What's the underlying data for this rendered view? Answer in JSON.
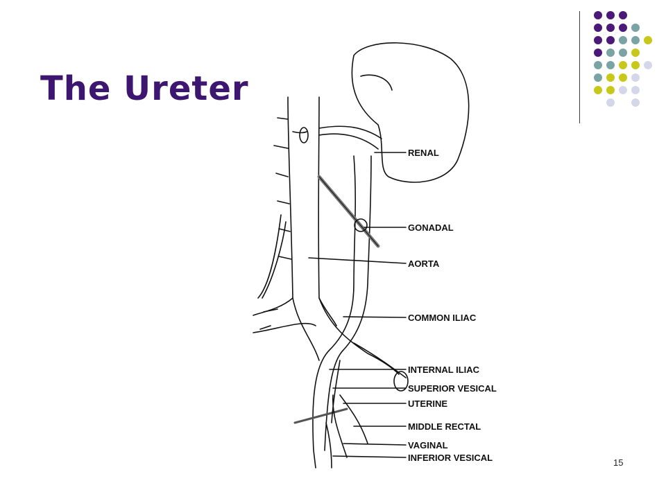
{
  "slide": {
    "title": "The Ureter",
    "page_number": "15",
    "colors": {
      "title": "#3d1670",
      "dot_purple": "#4b1a78",
      "dot_teal": "#7aa3a3",
      "dot_yellow": "#c8c81a",
      "dot_lavender": "#d6d6ea"
    }
  },
  "diagram": {
    "labels": {
      "renal": "RENAL",
      "gonadal": "GONADAL",
      "aorta": "AORTA",
      "common_iliac": "COMMON ILIAC",
      "internal_iliac": "INTERNAL ILIAC",
      "superior_vesical": "SUPERIOR VESICAL",
      "uterine": "UTERINE",
      "middle_rectal": "MIDDLE RECTAL",
      "vaginal": "VAGINAL",
      "inferior_vesical": "INFERIOR VESICAL"
    }
  }
}
